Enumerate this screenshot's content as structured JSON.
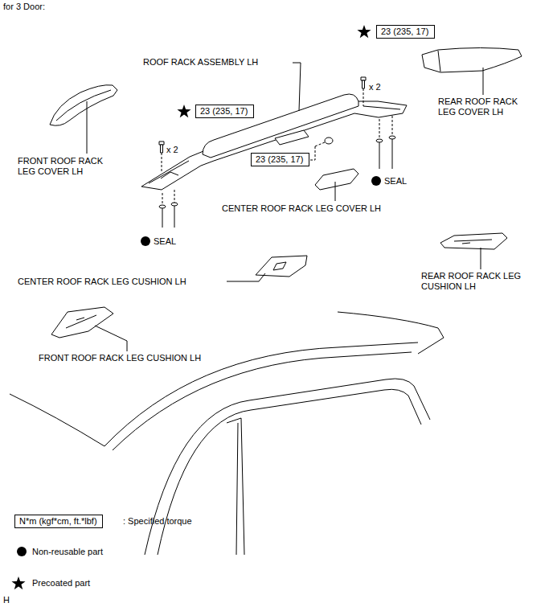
{
  "diagram": {
    "nodes": [
      {
        "text": [
          "23 (235, 17)"
        ]
      },
      {
        "text": [
          "23 (235, 17)"
        ]
      },
      {
        "text": [
          "23 (235, 17)"
        ]
      },
      {
        "text": [
          "N*m (kgf*cm, ft.*lbf)"
        ]
      }
    ],
    "labels": [
      "for 3 Door:",
      "ROOF RACK ASSEMBLY LH",
      "x 2",
      "REAR ROOF RACK LEG COVER LH",
      "x 2",
      "FRONT ROOF RACK LEG COVER LH",
      "SEAL",
      "CENTER ROOF RACK LEG COVER LH",
      "SEAL",
      "CENTER ROOF RACK LEG CUSHION LH",
      "REAR ROOF RACK LEG CUSHION LH",
      "FRONT ROOF RACK LEG CUSHION LH",
      "H"
    ],
    "legend": [
      {
        "text": ": Specified torque"
      },
      {
        "text": "Non-reusable part"
      },
      {
        "text": "Precoated part"
      }
    ]
  }
}
